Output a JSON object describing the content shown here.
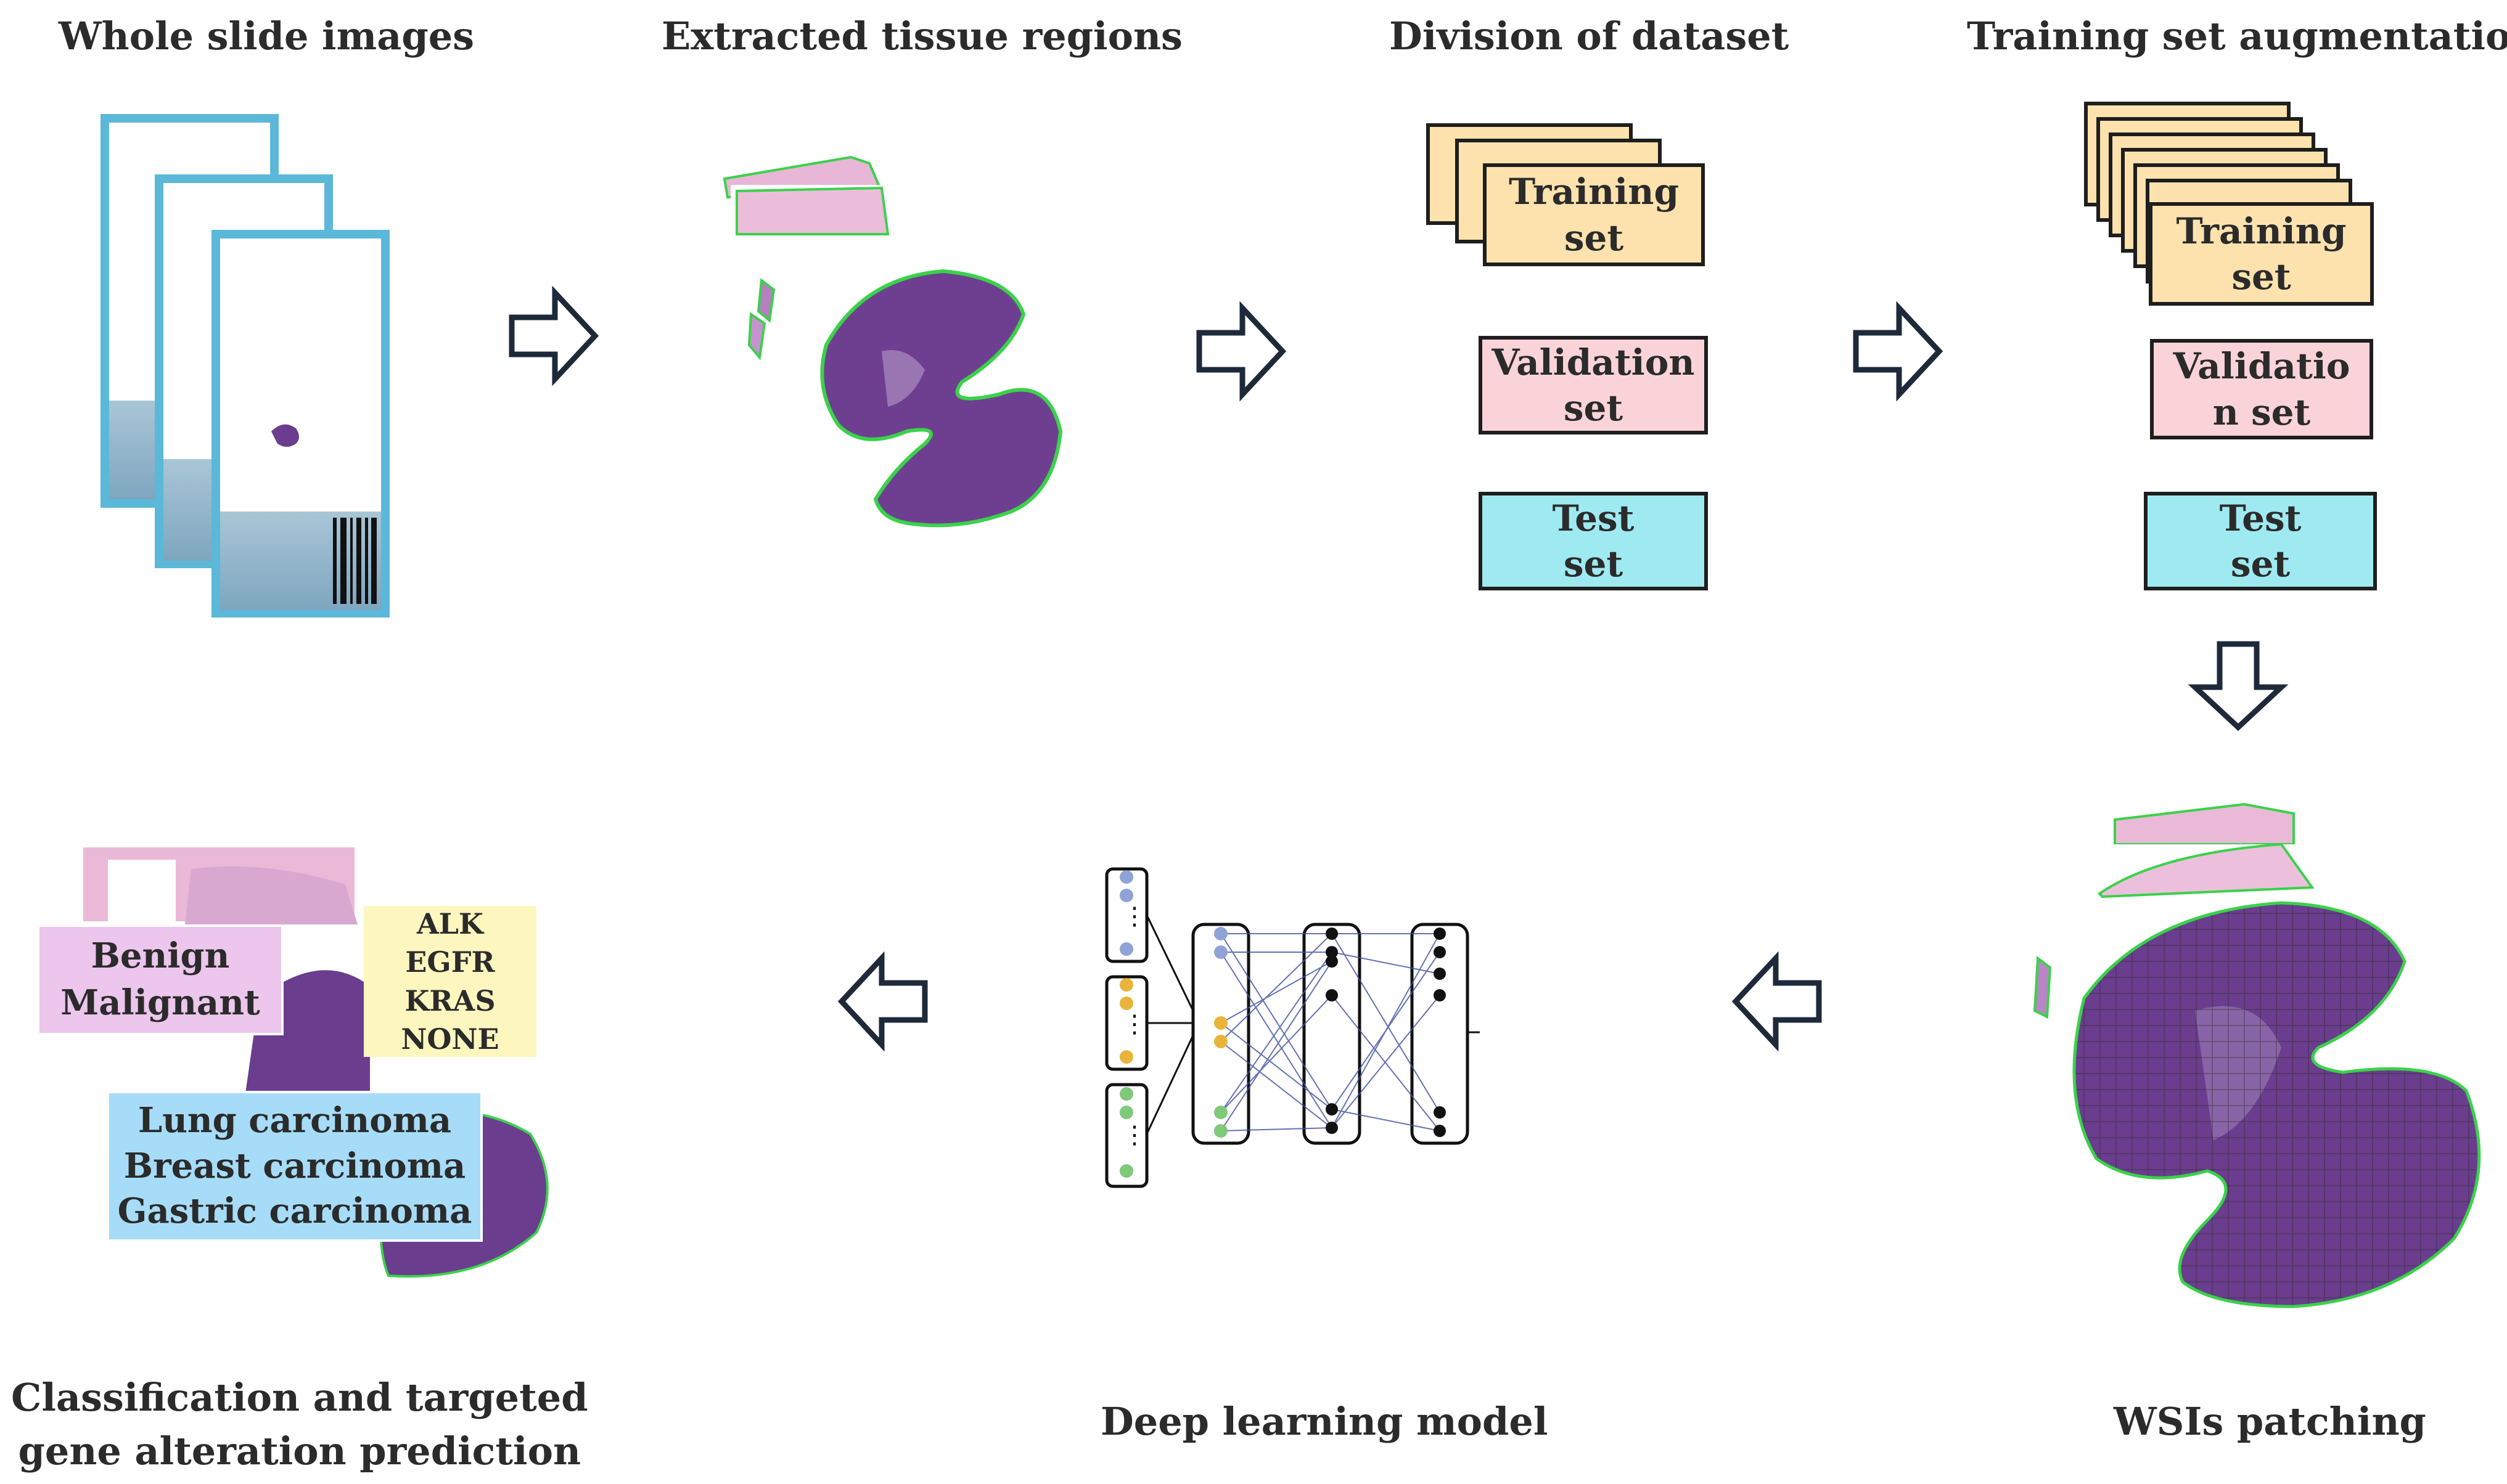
{
  "steps": {
    "whole_slide": "Whole slide images",
    "extracted": "Extracted tissue regions",
    "division": "Division of dataset",
    "augmentation": "Training set augmentation",
    "patching": "WSIs patching",
    "deep_learning": "Deep learning model",
    "classification_line1": "Classification and targeted",
    "classification_line2": "gene alteration prediction"
  },
  "division": {
    "training_l1": "Training",
    "training_l2": "set",
    "validation_l1": "Validation",
    "validation_l2": "set",
    "test_l1": "Test",
    "test_l2": "set"
  },
  "augmentation": {
    "training_l1": "Training",
    "training_l2": "set",
    "validation_l1": "Validatio",
    "validation_l2": "n set",
    "test_l1": "Test",
    "test_l2": "set"
  },
  "results": {
    "class_l1": "Benign",
    "class_l2": "Malignant",
    "genes": [
      "ALK",
      "EGFR",
      "KRAS",
      "NONE"
    ],
    "cancers": [
      "Lung carcinoma",
      "Breast carcinoma",
      "Gastric carcinoma"
    ]
  },
  "colors": {
    "training": "#fde2ad",
    "validation": "#fad3d8",
    "test": "#9feaf1",
    "tissue": "#6a3d8e",
    "slide_border": "#5bb8d8",
    "benign_box": "#ecc6ec",
    "gene_box": "#fdf6bf",
    "cancer_box": "#a6dcf8"
  }
}
